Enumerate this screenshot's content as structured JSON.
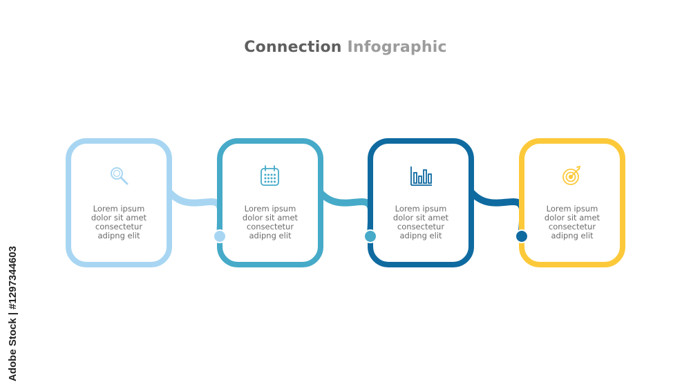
{
  "title": {
    "part1": "Connection",
    "part2": "Infographic"
  },
  "steps": [
    {
      "icon": "magnifier-icon",
      "color": "#a8d6f2",
      "lines": [
        "Lorem ipsum",
        "dolor sit amet",
        "consectetur",
        "adipng elit"
      ]
    },
    {
      "icon": "calendar-icon",
      "color": "#46aac8",
      "lines": [
        "Lorem ipsum",
        "dolor sit amet",
        "consectetur",
        "adipng elit"
      ]
    },
    {
      "icon": "bar-chart-icon",
      "color": "#0f6aa0",
      "lines": [
        "Lorem ipsum",
        "dolor sit amet",
        "consectetur",
        "adipng elit"
      ]
    },
    {
      "icon": "target-icon",
      "color": "#fcc93a",
      "lines": [
        "Lorem ipsum",
        "dolor sit amet",
        "consectetur",
        "adipng elit"
      ]
    }
  ],
  "credit": "Adobe Stock | #1297344603"
}
